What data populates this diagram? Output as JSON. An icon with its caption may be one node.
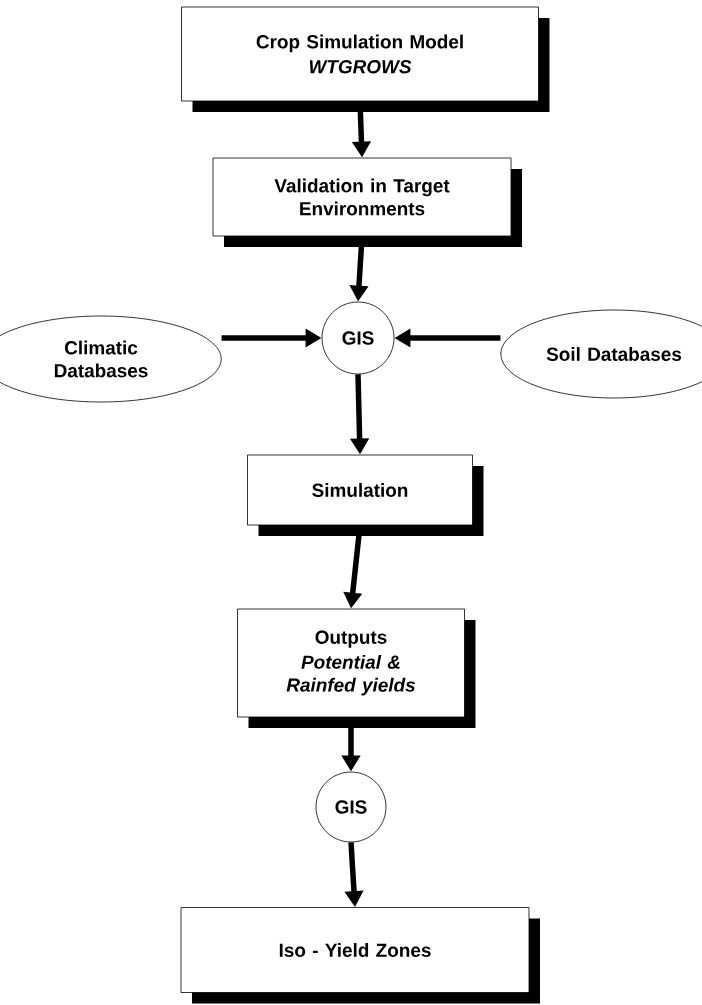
{
  "diagram": {
    "nodes": [
      {
        "text": [
          "Crop Simulation Model",
          "WTGROWS"
        ]
      },
      {
        "text": [
          "Validation in Target Environments"
        ]
      },
      {
        "text": [
          "Climatic Databases"
        ]
      },
      {
        "text": [
          "GIS"
        ]
      },
      {
        "text": [
          "Soil Databases"
        ]
      },
      {
        "text": [
          "Simulation"
        ]
      },
      {
        "text": [
          "Outputs",
          "Potential & Rainfed yields"
        ]
      },
      {
        "text": [
          "GIS"
        ]
      },
      {
        "text": [
          "Iso - Yield Zones"
        ]
      }
    ],
    "edges": [
      {
        "from": 0,
        "to": 1,
        "arrow": "to"
      },
      {
        "from": 1,
        "to": 3,
        "arrow": "to"
      },
      {
        "from": 2,
        "to": 3,
        "arrow": "to"
      },
      {
        "from": 4,
        "to": 3,
        "arrow": "to"
      },
      {
        "from": 3,
        "to": 5,
        "arrow": "to"
      },
      {
        "from": 5,
        "to": 6,
        "arrow": "to"
      },
      {
        "from": 6,
        "to": 7,
        "arrow": "to"
      },
      {
        "from": 7,
        "to": 8,
        "arrow": "to"
      }
    ]
  }
}
